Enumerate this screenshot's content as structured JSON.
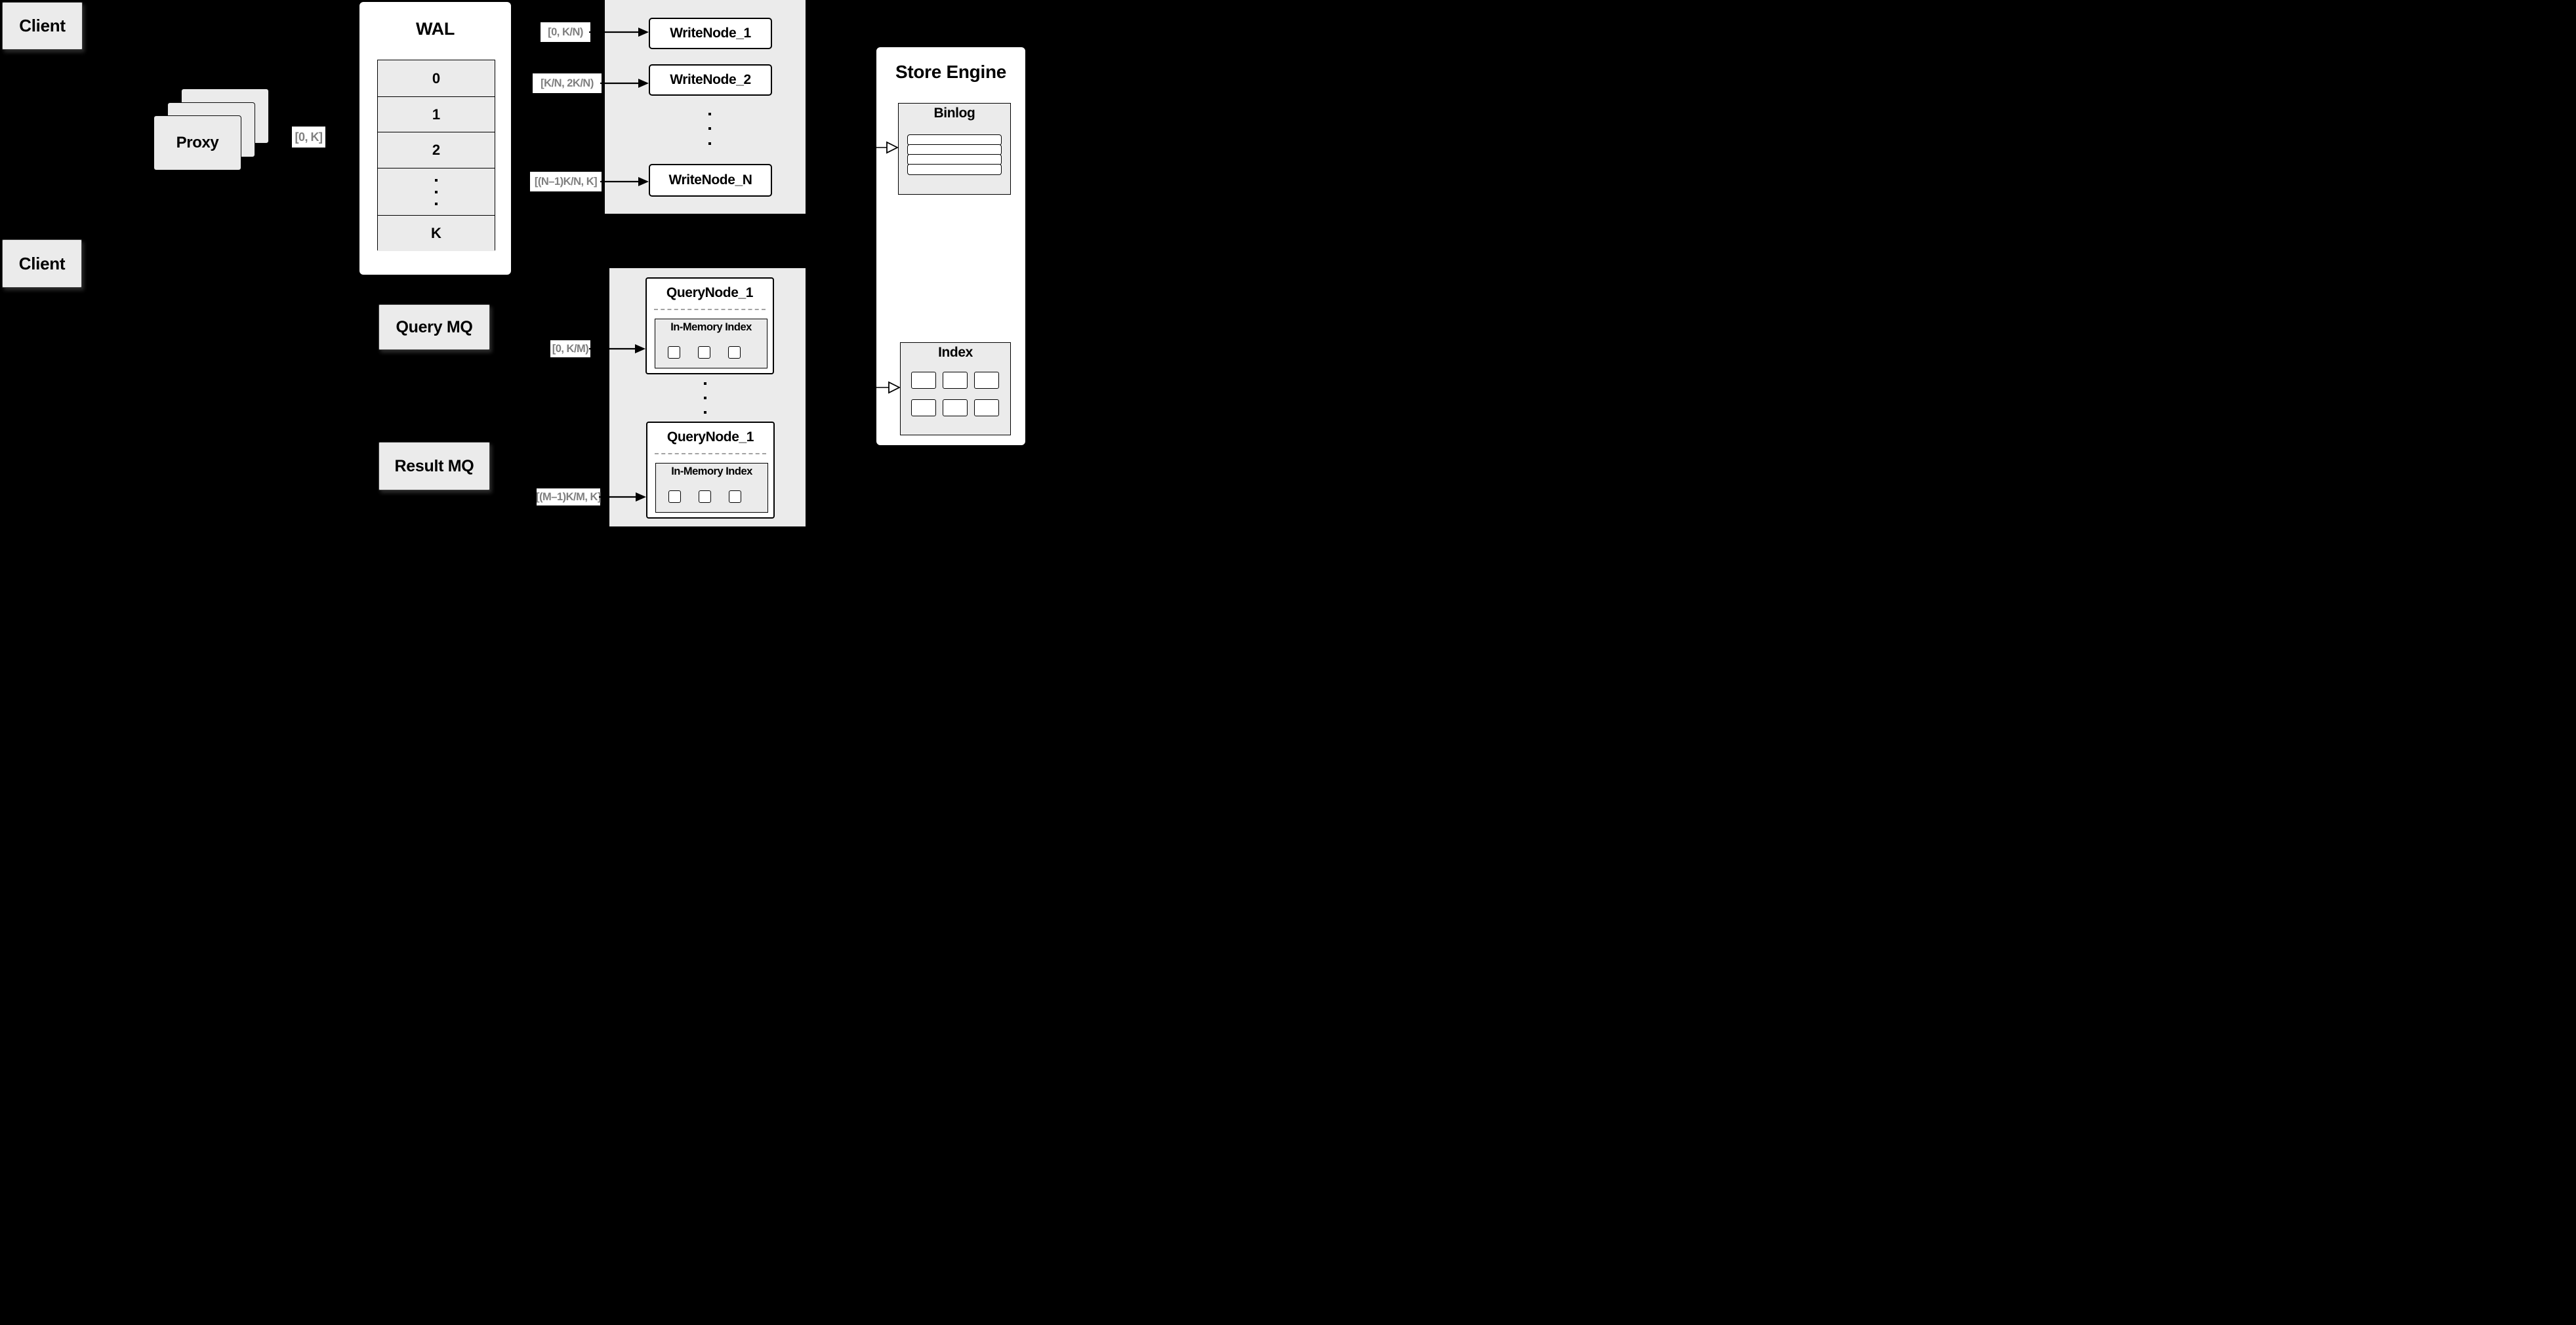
{
  "colors": {
    "background": "#000000",
    "panel": "#ffffff",
    "box_fill": "#ebebeb",
    "line": "#000000",
    "label_text": "#7f7f7f"
  },
  "clients": {
    "top": "Client",
    "bottom": "Client"
  },
  "proxy": {
    "label": "Proxy"
  },
  "wal": {
    "title": "WAL",
    "rows": [
      "0",
      "1",
      "2"
    ],
    "last_row": "K"
  },
  "range_labels": {
    "proxy_to_wal": "[0, K]",
    "write1": "[0, K/N)",
    "write2": "[K/N, 2K/N)",
    "writeN": "[(N–1)K/N, K]",
    "query1": "[0, K/M)",
    "queryM": "[(M–1)K/M, K]"
  },
  "write_nodes": {
    "n1": "WriteNode_1",
    "n2": "WriteNode_2",
    "nN": "WriteNode_N"
  },
  "query_nodes": {
    "top": {
      "title": "QueryNode_1",
      "inner": "In-Memory Index"
    },
    "bottom": {
      "title": "QueryNode_1",
      "inner": "In-Memory Index"
    }
  },
  "mq": {
    "query": "Query MQ",
    "result": "Result MQ"
  },
  "store": {
    "title": "Store Engine",
    "binlog": "Binlog",
    "index": "Index"
  }
}
